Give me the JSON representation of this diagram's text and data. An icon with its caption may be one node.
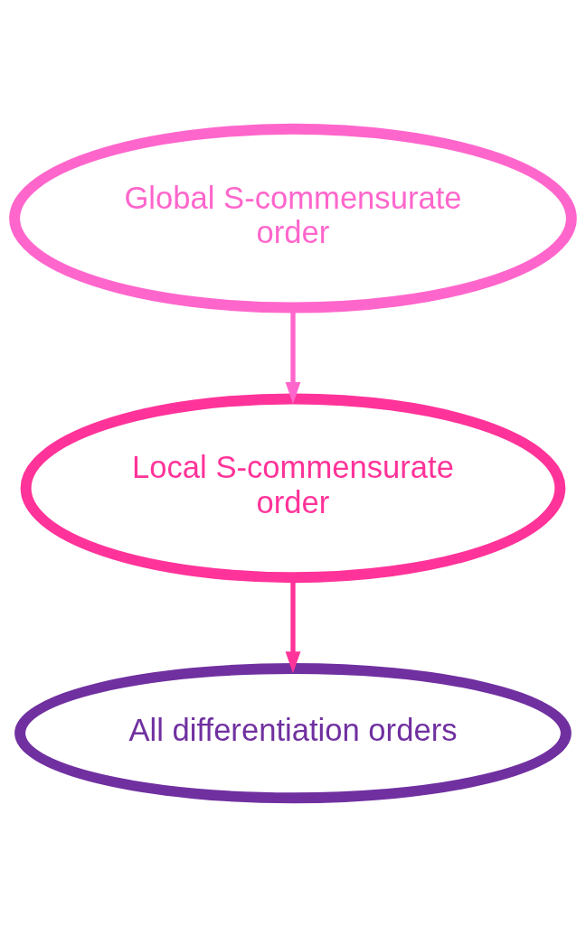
{
  "diagram": {
    "nodes": [
      {
        "text": [
          "Global S-commensurate order"
        ]
      },
      {
        "text": [
          "Local S-commensurate order"
        ]
      },
      {
        "text": [
          "All differentiation orders"
        ]
      }
    ],
    "edges": [
      {
        "from": 0,
        "to": 1,
        "arrow": "to",
        "color": "#ff66cc"
      },
      {
        "from": 1,
        "to": 2,
        "arrow": "to",
        "color": "#ff3399"
      }
    ]
  }
}
